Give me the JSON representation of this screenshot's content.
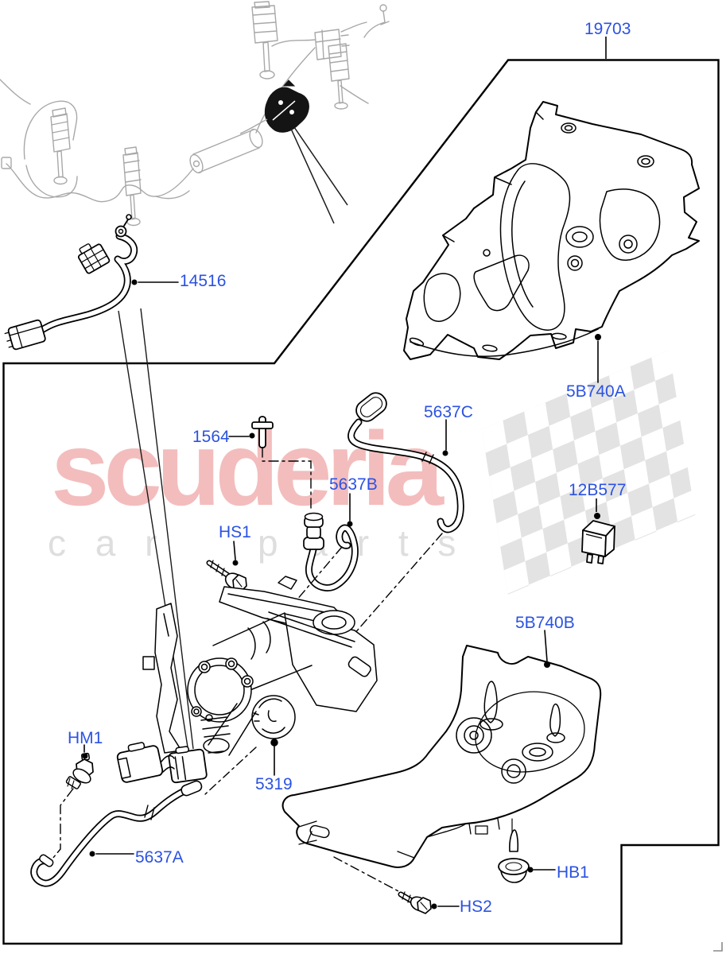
{
  "watermark": {
    "brand": "scuderia",
    "tagline_left": "c a r",
    "tagline_right": "p a r t s"
  },
  "colors": {
    "label_blue": "#2B52E2",
    "line_black": "#000000",
    "overview_gray": "#A8A8A8",
    "watermark_pink": "#F3BDBD",
    "watermark_gray": "#DEDEDE",
    "flag_gray": "#E3E3E3"
  },
  "part_labels": [
    {
      "id": "19703",
      "text": "19703"
    },
    {
      "id": "14516",
      "text": "14516"
    },
    {
      "id": "5B740A",
      "text": "5B740A"
    },
    {
      "id": "1564",
      "text": "1564"
    },
    {
      "id": "5637C",
      "text": "5637C"
    },
    {
      "id": "5637B",
      "text": "5637B"
    },
    {
      "id": "12B577",
      "text": "12B577"
    },
    {
      "id": "HS1",
      "text": "HS1"
    },
    {
      "id": "5B740B",
      "text": "5B740B"
    },
    {
      "id": "HM1",
      "text": "HM1"
    },
    {
      "id": "5319",
      "text": "5319"
    },
    {
      "id": "5637A",
      "text": "5637A"
    },
    {
      "id": "HB1",
      "text": "HB1"
    },
    {
      "id": "HS2",
      "text": "HS2"
    }
  ]
}
